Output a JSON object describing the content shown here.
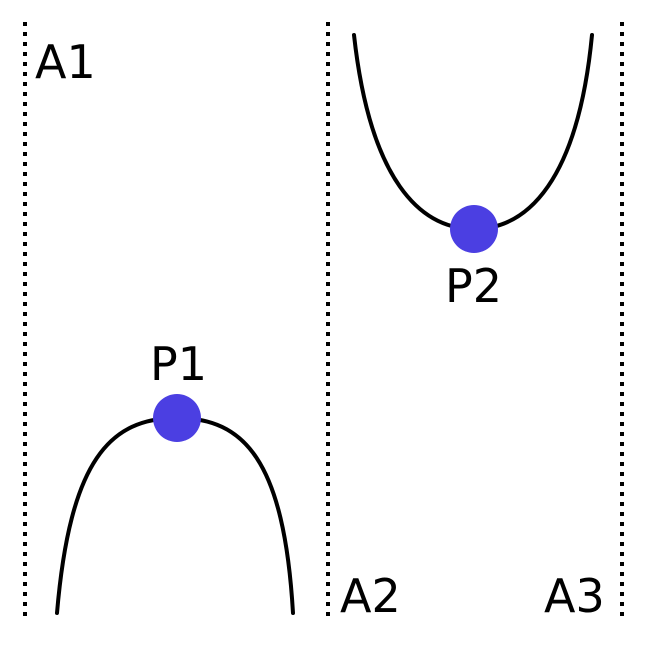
{
  "regions": [
    {
      "label": "A1"
    },
    {
      "label": "A2"
    },
    {
      "label": "A3"
    }
  ],
  "points": [
    {
      "label": "P1",
      "color": "#4B3FE2"
    },
    {
      "label": "P2",
      "color": "#4B3FE2"
    }
  ],
  "line_color": "#000000"
}
